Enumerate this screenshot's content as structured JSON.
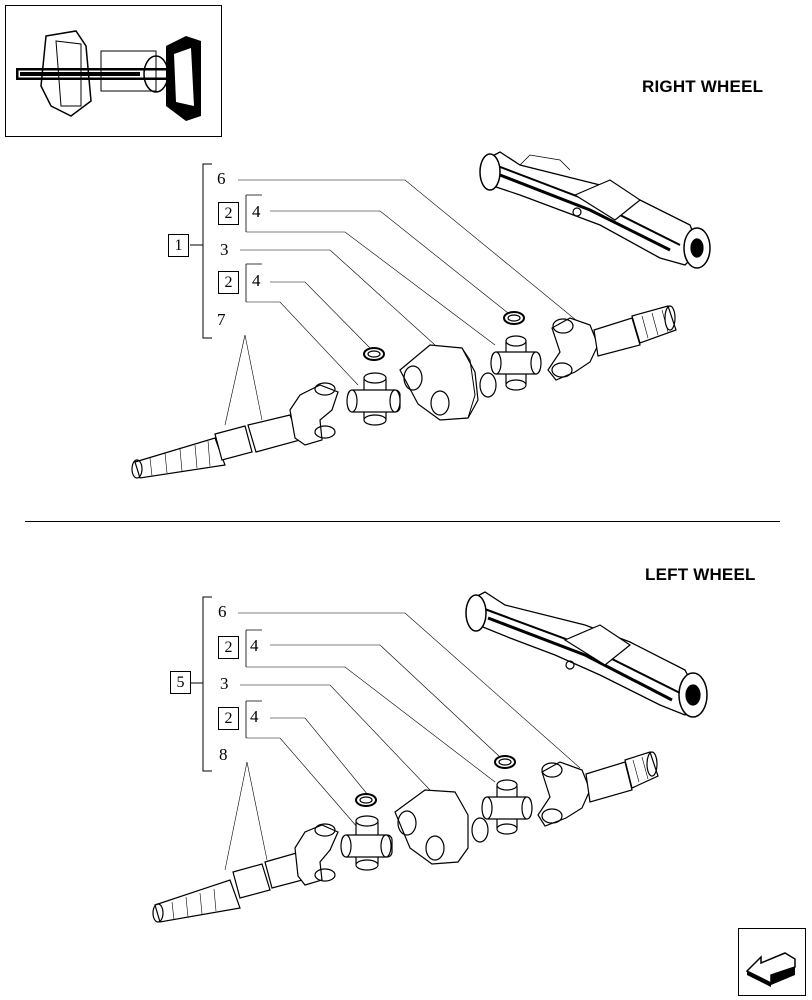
{
  "sections": {
    "right": {
      "title": "RIGHT WHEEL",
      "assembly_ref": "1",
      "parts": {
        "p6": "6",
        "p2a": "2",
        "p4a": "4",
        "p3": "3",
        "p2b": "2",
        "p4b": "4",
        "p7": "7"
      }
    },
    "left": {
      "title": "LEFT WHEEL",
      "assembly_ref": "5",
      "parts": {
        "p6": "6",
        "p2a": "2",
        "p4a": "4",
        "p3": "3",
        "p2b": "2",
        "p4b": "4",
        "p8": "8"
      }
    }
  },
  "icons": {
    "thumbnail": "axle-overview-icon",
    "navigation": "next-page-arrow-icon"
  }
}
